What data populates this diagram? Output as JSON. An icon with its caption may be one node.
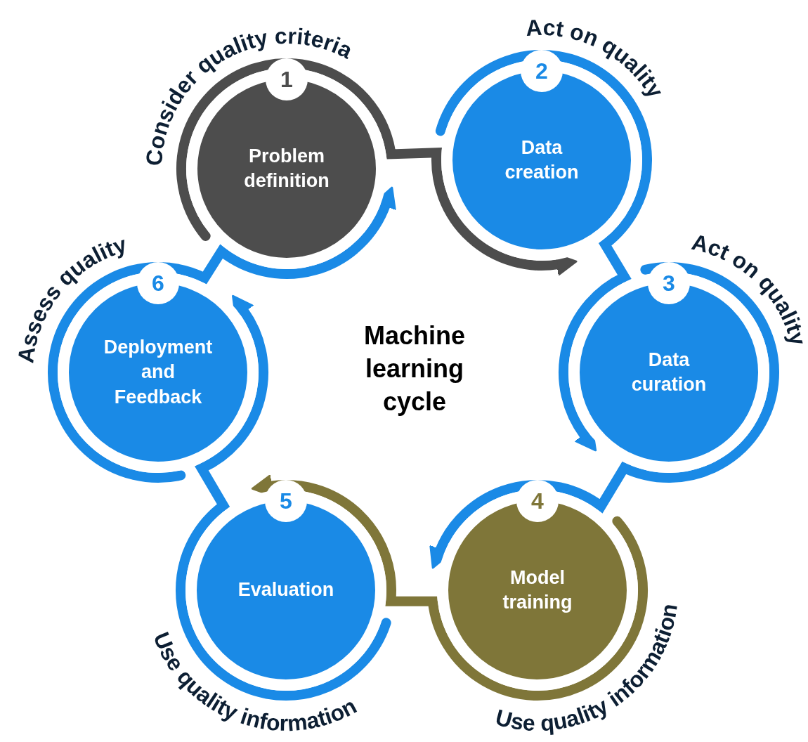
{
  "diagram": {
    "title": "Machine learning cycle",
    "nodes": [
      {
        "text": [
          "Consider quality criteria",
          "1",
          "Problem definition"
        ]
      },
      {
        "text": [
          "Act on quality",
          "2",
          "Data creation"
        ]
      },
      {
        "text": [
          "3",
          "Act on quality",
          "Data curation"
        ]
      },
      {
        "text": [
          "4",
          "Model training",
          "Use quality information"
        ]
      },
      {
        "text": [
          "5",
          "Evaluation",
          "Use quality information"
        ]
      },
      {
        "text": [
          "Assess quality",
          "6",
          "Deployment and Feedback"
        ]
      }
    ],
    "edges": [
      {
        "from": 0,
        "to": 1,
        "arrow": "to",
        "color": "#4d4d4d"
      },
      {
        "from": 1,
        "to": 2,
        "arrow": "to"
      },
      {
        "from": 2,
        "to": 3,
        "arrow": "to"
      },
      {
        "from": 3,
        "to": 4,
        "arrow": "to",
        "color": "#7f7639"
      },
      {
        "from": 4,
        "to": 5,
        "arrow": "to"
      },
      {
        "from": 5,
        "to": 0,
        "arrow": "to"
      }
    ]
  }
}
